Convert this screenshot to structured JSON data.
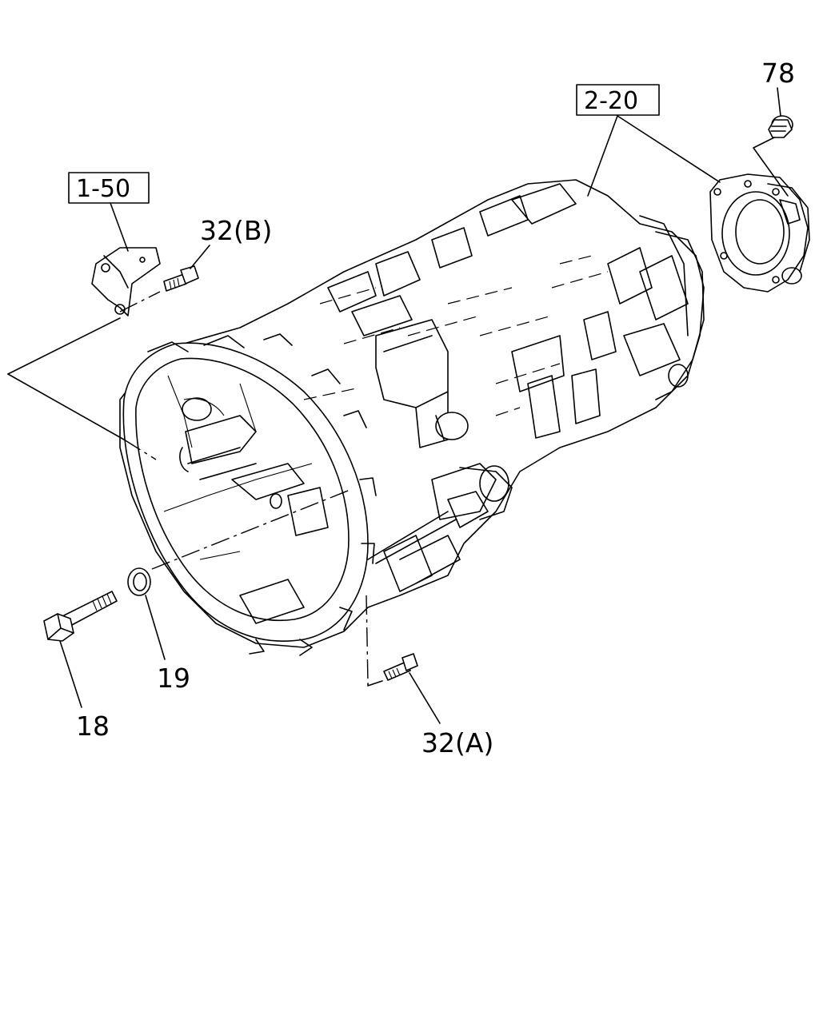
{
  "callouts": {
    "ref_1_50": "1-50",
    "ref_2_20": "2-20",
    "part_78": "78",
    "part_32b": "32(B)",
    "part_32a": "32(A)",
    "part_19": "19",
    "part_18": "18"
  }
}
